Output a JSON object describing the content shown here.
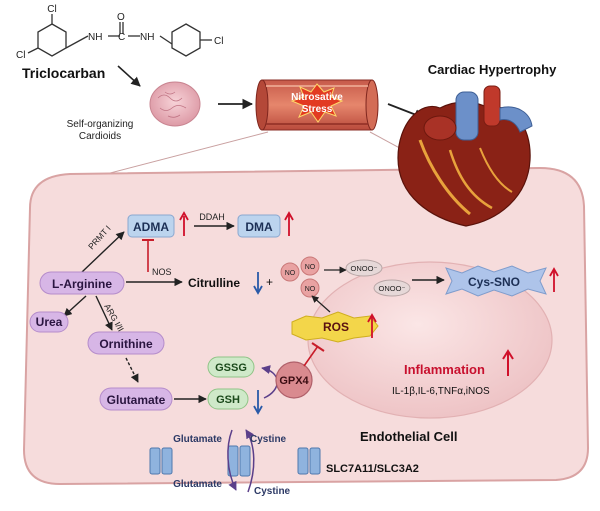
{
  "chemical": {
    "cl_top": "Cl",
    "cl_left": "Cl",
    "cl_right": "Cl",
    "o_label": "O",
    "nh_left": "NH",
    "c_label": "C",
    "nh_right": "NH",
    "name": "Triclocarban"
  },
  "cardioids_label_1": "Self-organizing",
  "cardioids_label_2": "Cardioids",
  "vessel_label_1": "Nitrosative",
  "vessel_label_2": "Stress",
  "heart_title": "Cardiac Hypertrophy",
  "cell": {
    "adma": "ADMA",
    "dma": "DMA",
    "ddah": "DDAH",
    "prmt": "PRMT I",
    "nos": "NOS",
    "l_arginine": "L-Arginine",
    "citrulline": "Citrulline",
    "plus": "+",
    "no": "NO",
    "onoo": "ONOO⁻",
    "cys_sno": "Cys-SNO",
    "arg": "ARG I/II",
    "urea": "Urea",
    "ornithine": "Ornithine",
    "ros": "ROS",
    "gpx4": "GPX4",
    "gssg": "GSSG",
    "gsh": "GSH",
    "glutamate": "Glutamate",
    "inflammation": "Inflammation",
    "cytokines": "IL-1β,IL-6,TNFα,iNOS",
    "endothelial": "Endothelial Cell",
    "membrane_glutamate_in": "Glutamate",
    "membrane_cystine_in": "Cystine",
    "membrane_glutamate_out": "Glutamate",
    "membrane_cystine_out": "Cystine",
    "transporter": "SLC7A11/SLC3A2"
  },
  "colors": {
    "cell_fill": "#f6dcdc",
    "cell_stroke": "#d9a3a3",
    "purple_box": "#d7b6e6",
    "blue_box": "#bcd4ee",
    "green_box": "#cfe9c9",
    "red_arrow": "#d0102a",
    "blue_arrow": "#2a5aa8",
    "ros_fill": "#f3d64a",
    "inflammation_text": "#c8102e",
    "cys_sno_fill": "#aec4ea"
  },
  "icons": [
    "up-arrow-icon",
    "down-arrow-icon",
    "inhibition-icon",
    "transporter-icon",
    "heart-icon",
    "cardioid-icon",
    "vessel-icon"
  ]
}
